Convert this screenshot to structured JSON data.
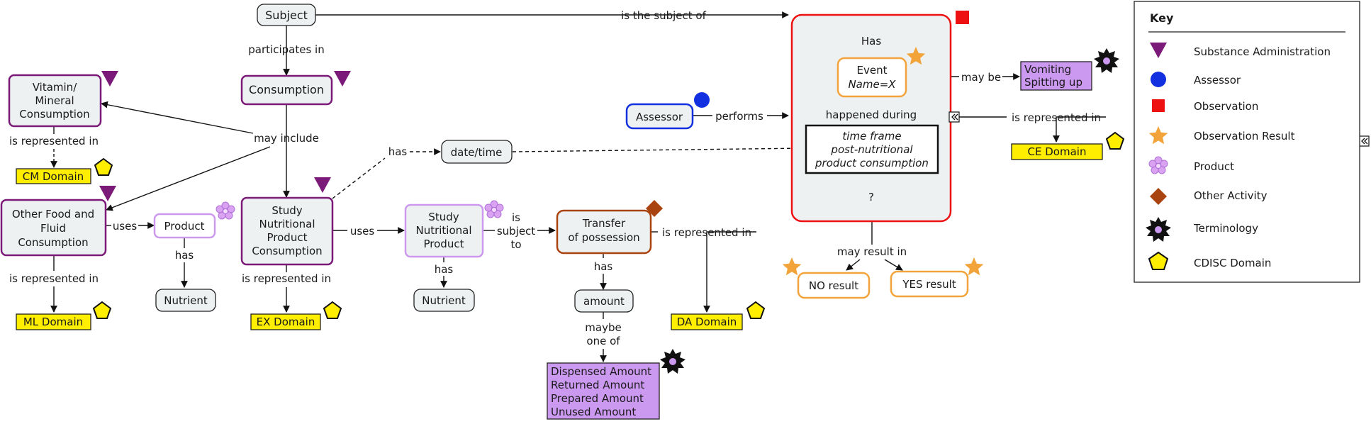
{
  "nodes": {
    "subject": "Subject",
    "consumption": "Consumption",
    "vitamin": [
      "Vitamin/",
      "Mineral",
      "Consumption"
    ],
    "other_food": [
      "Other Food and",
      "Fluid",
      "Consumption"
    ],
    "product": "Product",
    "study_nutritional_consumption": [
      "Study",
      "Nutritional",
      "Product",
      "Consumption"
    ],
    "study_nutritional_product": [
      "Study",
      "Nutritional",
      "Product"
    ],
    "nutrient_1": "Nutrient",
    "nutrient_2": "Nutrient",
    "transfer": [
      "Transfer",
      "of possession"
    ],
    "amount": "amount",
    "amount_terms": [
      "Dispensed Amount",
      "Returned Amount",
      "Prepared Amount",
      "Unused Amount"
    ],
    "date_time": "date/time",
    "assessor": "Assessor",
    "observation_has": "Has",
    "event": [
      "Event",
      "Name=X"
    ],
    "happened_during": "happened during",
    "time_frame": [
      "time frame",
      "post-nutritional",
      "product consumption"
    ],
    "question": "?",
    "vomiting_terms": [
      "Vomiting",
      "Spitting up"
    ],
    "no_result": "NO result",
    "yes_result": "YES result"
  },
  "domains": {
    "cm": "CM Domain",
    "ml": "ML Domain",
    "ex": "EX Domain",
    "da": "DA Domain",
    "ce": "CE Domain"
  },
  "edges": {
    "is_subject_of": "is the subject of",
    "participates_in": "participates in",
    "may_include": "may include",
    "is_represented_in": "is represented in",
    "uses": "uses",
    "has": "has",
    "is_subject_to": [
      "is",
      "subject",
      "to"
    ],
    "maybe_one_of": [
      "maybe",
      "one of"
    ],
    "performs": "performs",
    "may_be": "may be",
    "may_result_in": "may result in"
  },
  "key": {
    "title": "Key",
    "items": [
      {
        "label": "Substance Administration",
        "icon": "triangle-down-icon",
        "color": "#7b1a78"
      },
      {
        "label": "Assessor",
        "icon": "circle-icon",
        "color": "#1230e0"
      },
      {
        "label": "Observation",
        "icon": "square-icon",
        "color": "#ee1111"
      },
      {
        "label": "Observation Result",
        "icon": "star-icon",
        "color": "#f2a33a"
      },
      {
        "label": "Product",
        "icon": "flower-icon",
        "color": "#cc88ee"
      },
      {
        "label": "Other Activity",
        "icon": "diamond-icon",
        "color": "#a94411"
      },
      {
        "label": "Terminology",
        "icon": "burst-icon",
        "color": "#111111"
      },
      {
        "label": "CDISC Domain",
        "icon": "pentagon-icon",
        "color": "#ffee00"
      }
    ]
  },
  "colors": {
    "substance_administration": "#7b1a78",
    "assessor": "#1230e0",
    "observation": "#ee1111",
    "observation_result": "#f2a33a",
    "product": "#cc99ee",
    "other_activity": "#a94411",
    "terminology_fill": "#cc99f0",
    "domain_fill": "#ffee00"
  }
}
